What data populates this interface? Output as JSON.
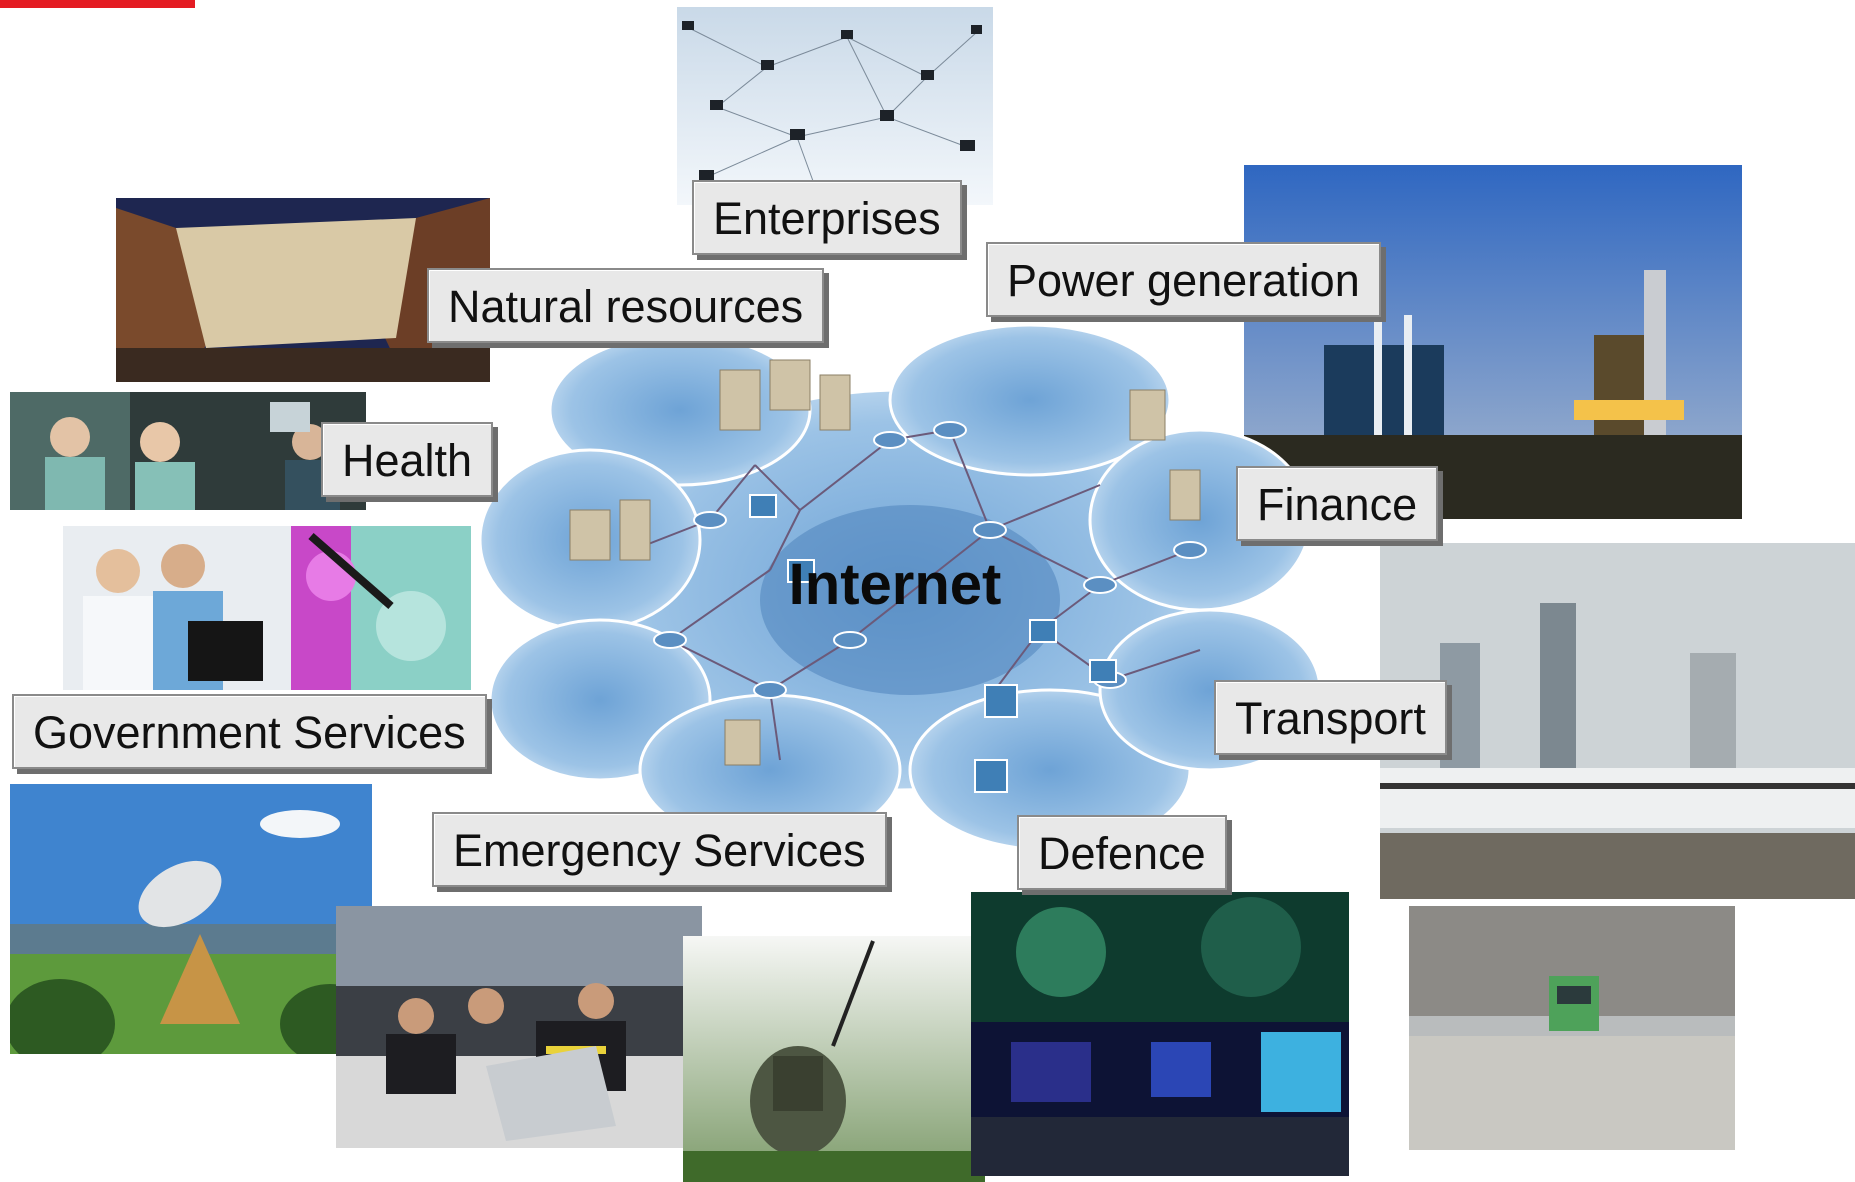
{
  "diagram": {
    "center_label": "Internet",
    "sectors": [
      {
        "label": "Enterprises"
      },
      {
        "label": "Natural resources"
      },
      {
        "label": "Power generation"
      },
      {
        "label": "Health"
      },
      {
        "label": "Finance"
      },
      {
        "label": "Government Services"
      },
      {
        "label": "Transport"
      },
      {
        "label": "Emergency Services"
      },
      {
        "label": "Defence"
      }
    ]
  },
  "colors": {
    "accent_red": "#e41c23",
    "cloud_blue": "#9cc3e6",
    "label_bg": "#e8e8e8"
  }
}
